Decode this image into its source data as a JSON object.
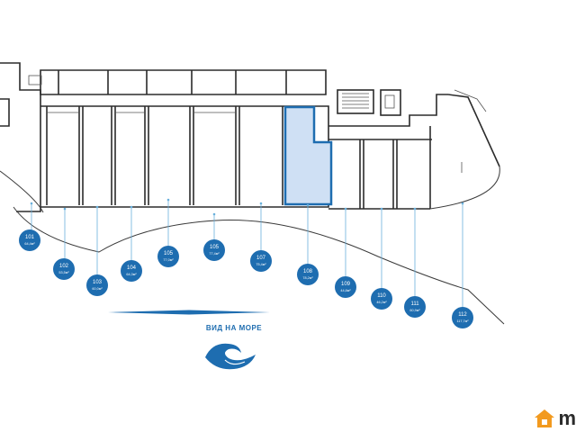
{
  "plan": {
    "view_label": "ВИД НА МОРЕ",
    "selected_unit": "108",
    "accent_color": "#1e6db0",
    "highlight_fill": "#cfe0f4",
    "units": [
      {
        "id": "101",
        "area": "64,4м²"
      },
      {
        "id": "102",
        "area": "53,5м²"
      },
      {
        "id": "103",
        "area": "60,0м²"
      },
      {
        "id": "104",
        "area": "64,3м²"
      },
      {
        "id": "105",
        "area": "77,0м²"
      },
      {
        "id": "105",
        "area": "77,4м²"
      },
      {
        "id": "107",
        "area": "75,4м²"
      },
      {
        "id": "108",
        "area": "78,2м²"
      },
      {
        "id": "109",
        "area": "44,8м²"
      },
      {
        "id": "110",
        "area": "46,2м²"
      },
      {
        "id": "111",
        "area": "60,9м²"
      },
      {
        "id": "112",
        "area": "117,7м²"
      }
    ]
  },
  "brand": {
    "text": "m",
    "logo_icon": "house-logo-icon",
    "logo_color": "#f29a1f"
  }
}
